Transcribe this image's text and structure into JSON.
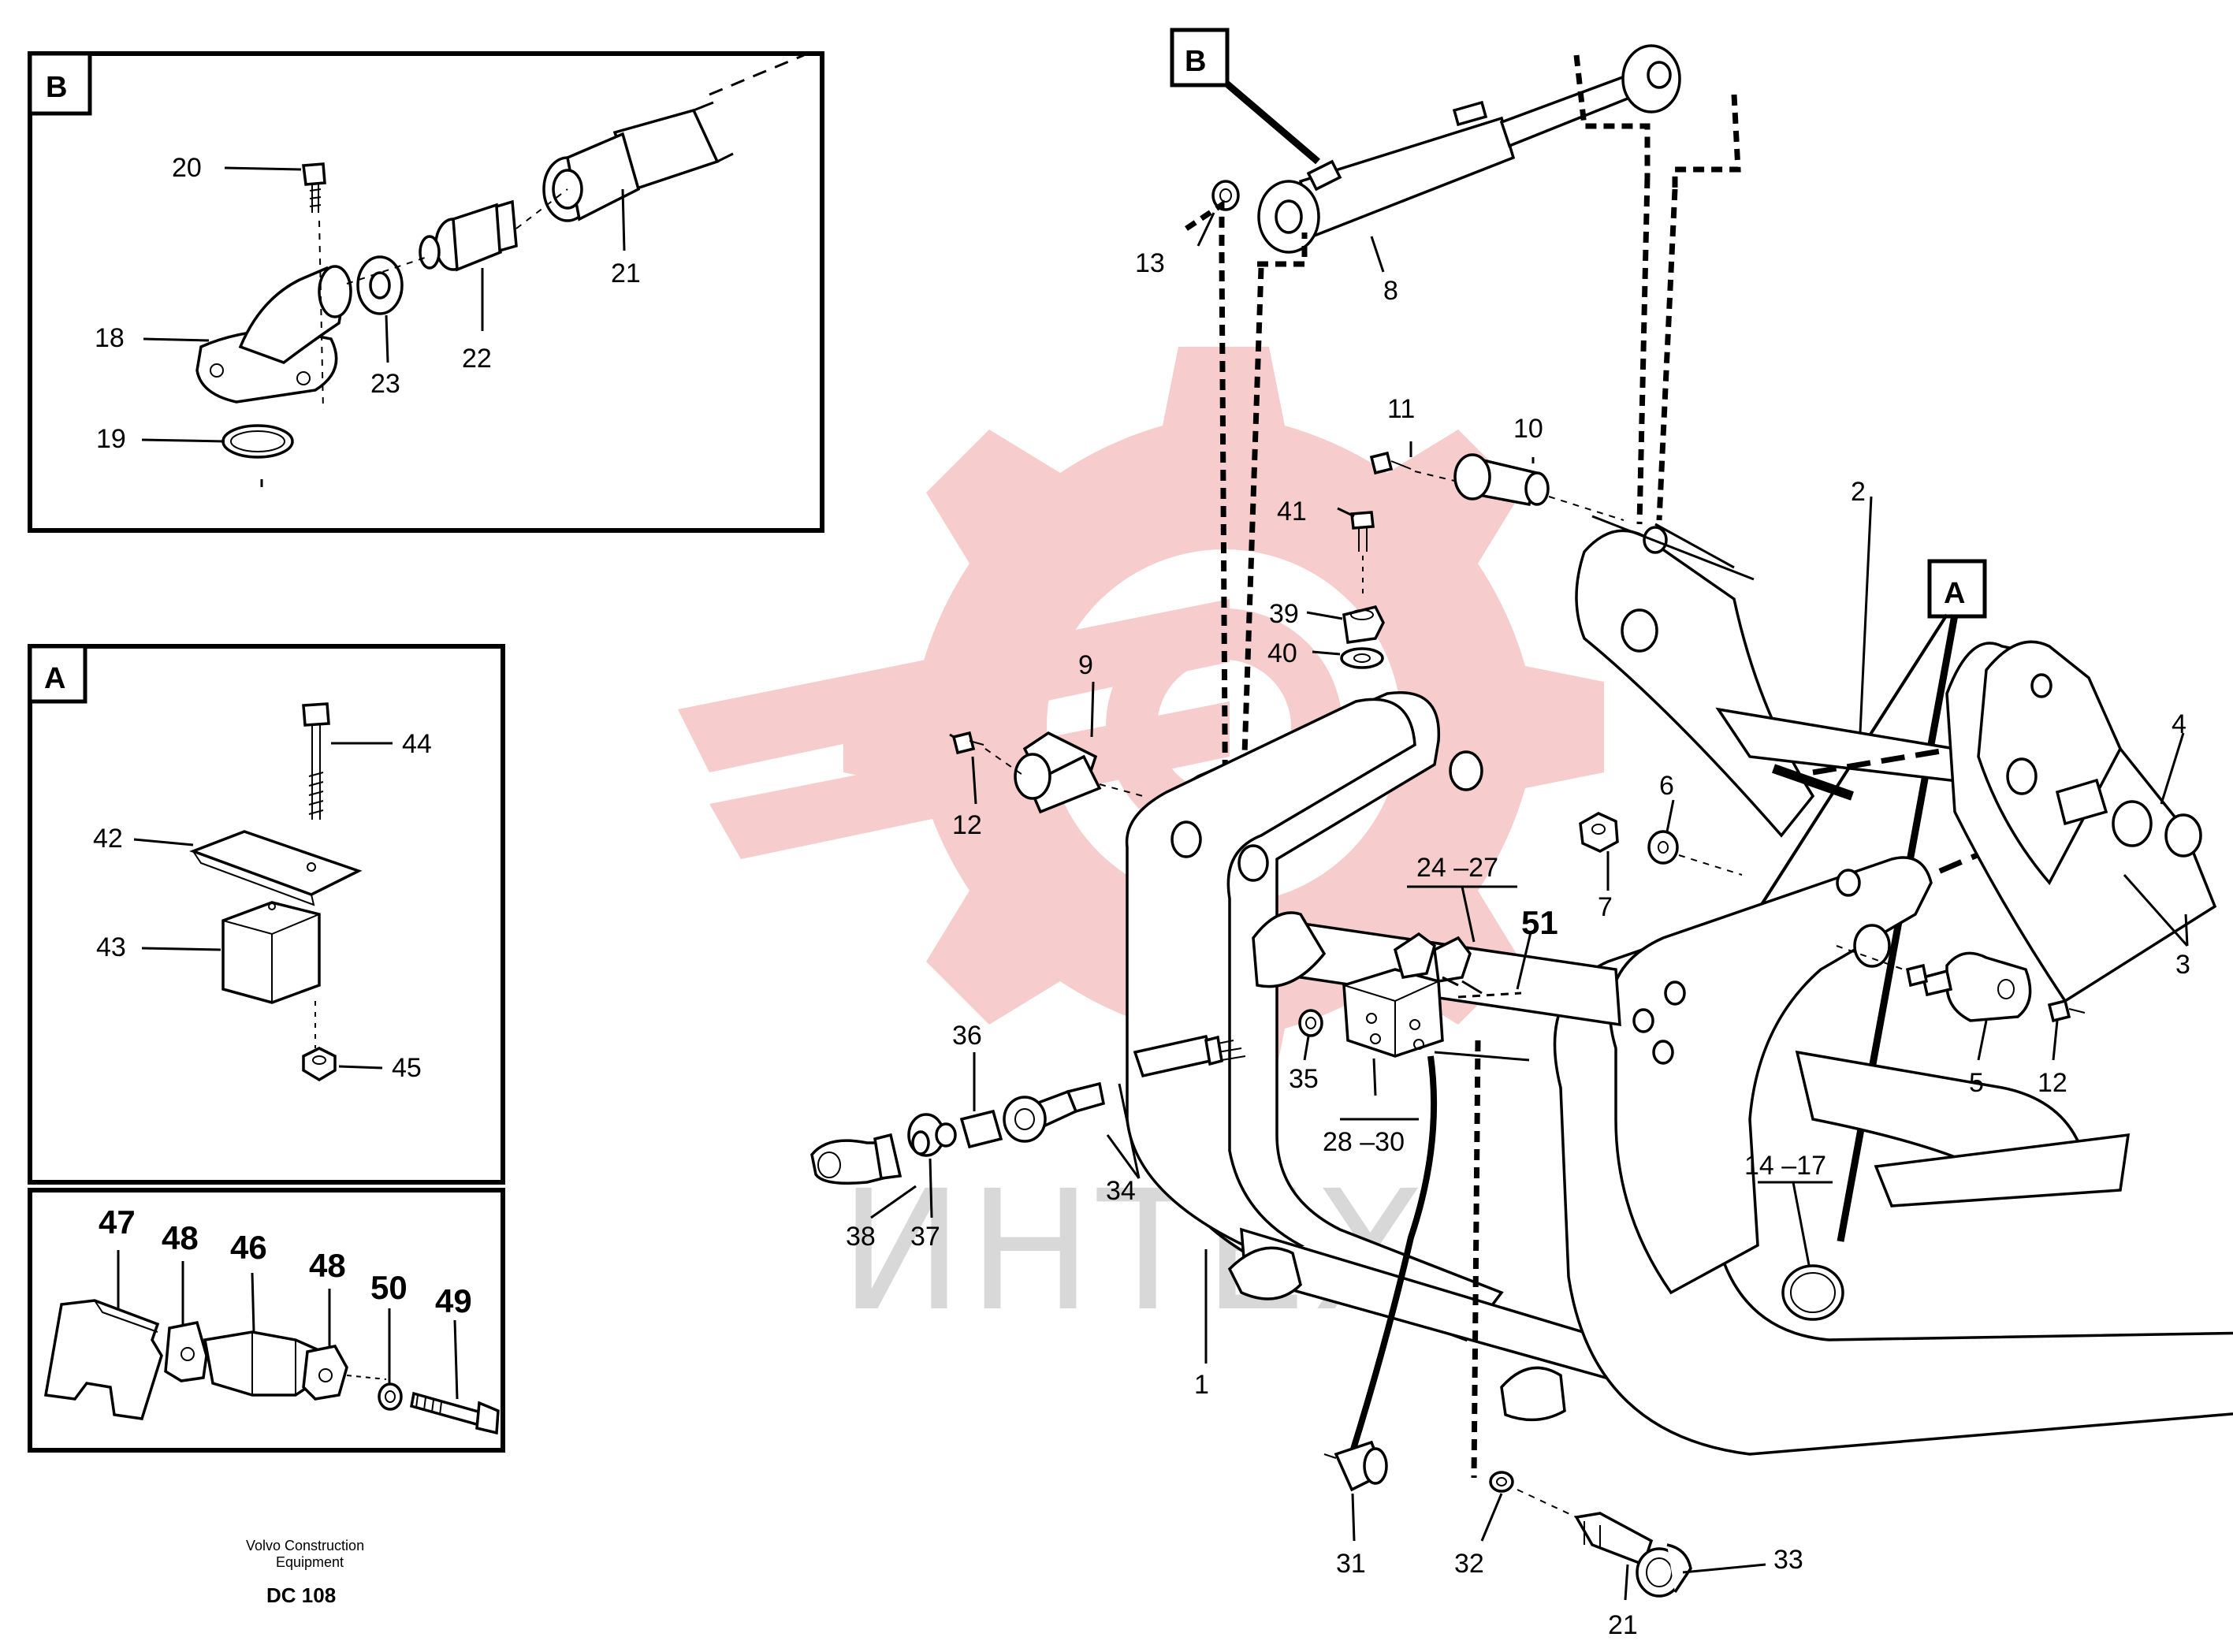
{
  "colors": {
    "line": "#000000",
    "watermark_red": "#f6cccc",
    "watermark_grey": "#d8d8d8"
  },
  "watermark": {
    "text": "ИНТЕХ"
  },
  "inset_b": {
    "tag": "B",
    "labels": {
      "p20": "20",
      "p21": "21",
      "p18": "18",
      "p23": "23",
      "p22": "22",
      "p19": "19"
    }
  },
  "inset_a": {
    "tag": "A",
    "labels": {
      "p44": "44",
      "p42": "42",
      "p43": "43",
      "p45": "45"
    }
  },
  "inset_c": {
    "labels": {
      "p47": "47",
      "p48a": "48",
      "p46": "46",
      "p48b": "48",
      "p50": "50",
      "p49": "49"
    }
  },
  "main": {
    "tag_b": "B",
    "tag_a": "A",
    "labels": {
      "p13": "13",
      "p8": "8",
      "p11": "11",
      "p10": "10",
      "p41": "41",
      "p2": "2",
      "p39": "39",
      "p40": "40",
      "p9": "9",
      "p12a": "12",
      "p6": "6",
      "p7": "7",
      "p4": "4",
      "p3": "3",
      "p24": "24 –27",
      "p51": "51",
      "p36": "36",
      "p35": "35",
      "p34": "34",
      "p38": "38",
      "p37": "37",
      "p28": "28 –30",
      "p5": "5",
      "p12b": "12",
      "p14": "14 –17",
      "p1": "1",
      "p31": "31",
      "p32": "32",
      "p33": "33",
      "p21": "21"
    }
  },
  "footer": {
    "line1": "Volvo Construction",
    "line2": "Equipment",
    "code": "DC 108"
  }
}
